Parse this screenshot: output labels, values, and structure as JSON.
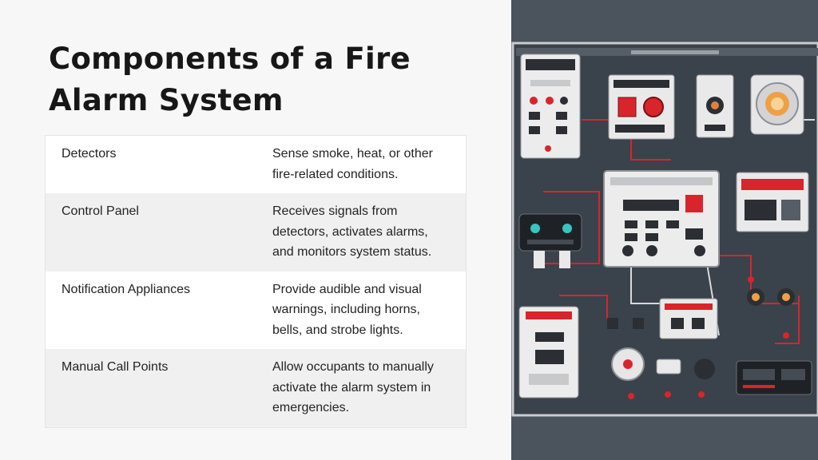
{
  "slide": {
    "title": "Components of a Fire Alarm System",
    "rows": [
      {
        "component": "Detectors",
        "description": "Sense smoke, heat, or other fire-related conditions."
      },
      {
        "component": "Control Panel",
        "description": "Receives signals from detectors, activates alarms, and monitors system status."
      },
      {
        "component": "Notification Appliances",
        "description": "Provide audible and visual warnings, including horns, bells, and strobe lights."
      },
      {
        "component": "Manual Call Points",
        "description": "Allow occupants to manually activate the alarm system in emergencies."
      }
    ]
  },
  "image": {
    "icon": "fire-alarm-panel-illustration",
    "colors": {
      "board": "#3b434c",
      "panel": "#e9e9ea",
      "accent_red": "#d8252b"
    }
  }
}
